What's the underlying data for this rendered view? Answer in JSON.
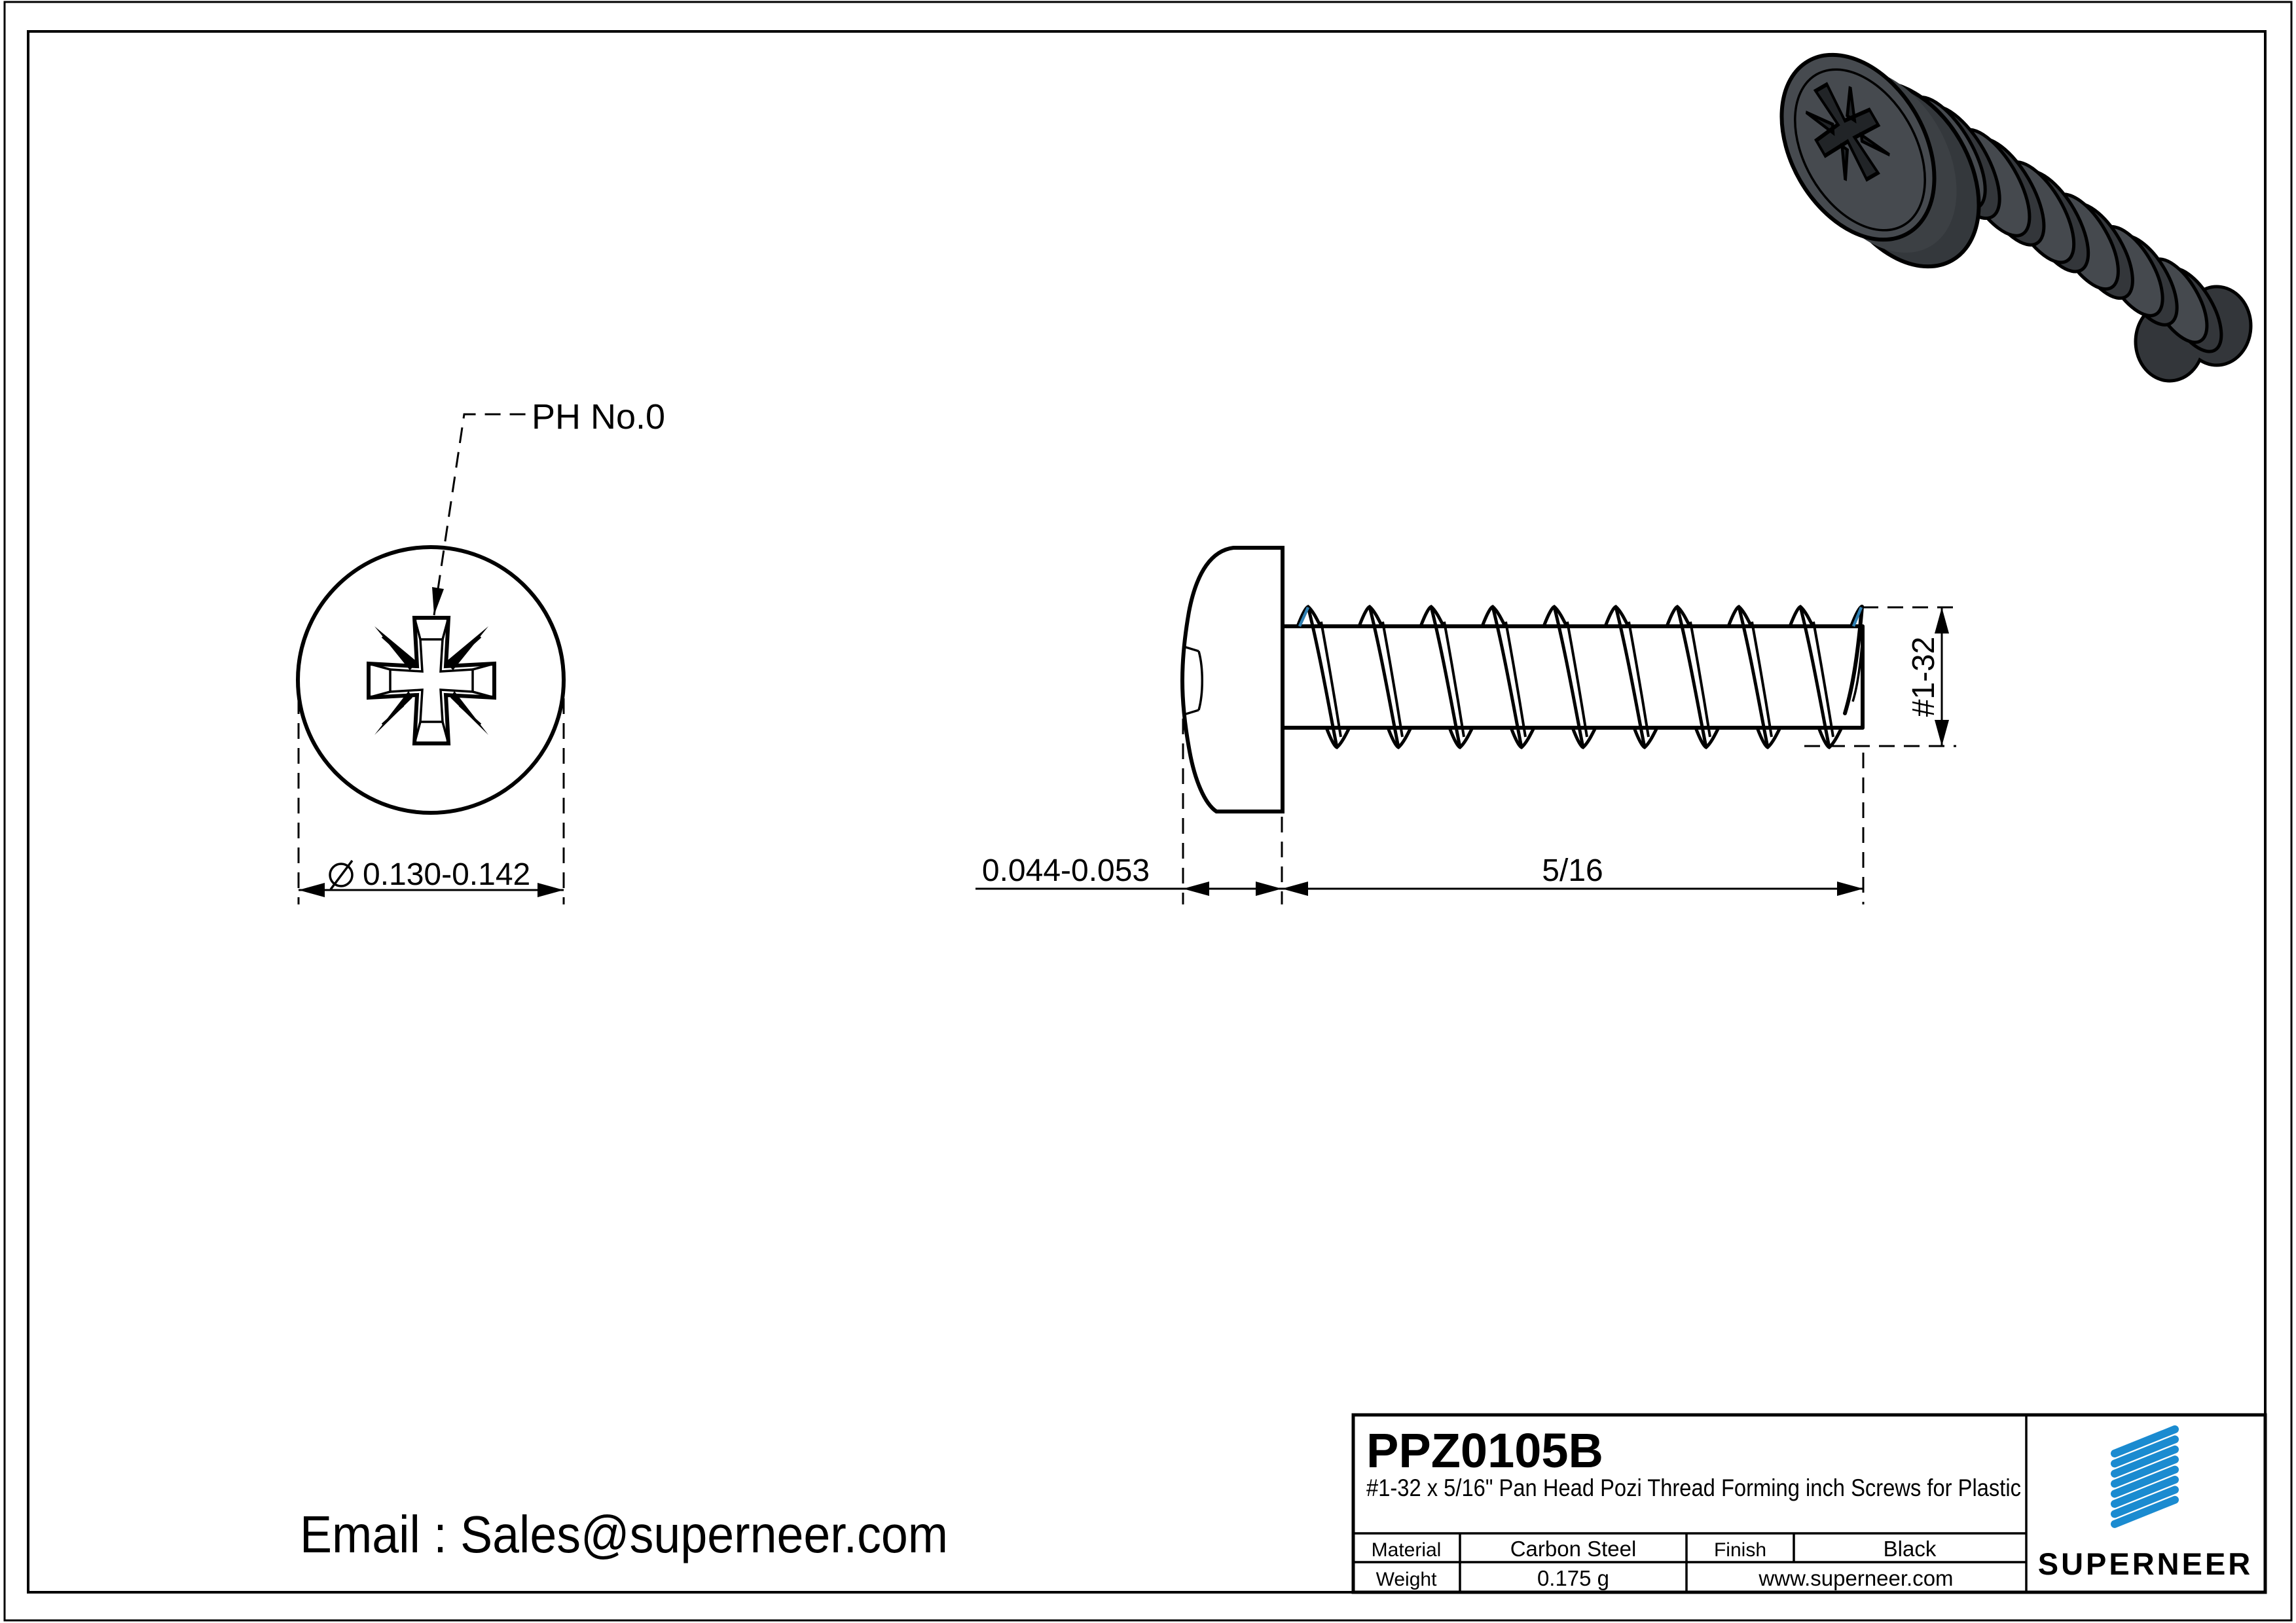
{
  "sheet": {
    "background": "#ffffff",
    "line_color": "#000000"
  },
  "views": {
    "front": {
      "drive_label": "PH No.0",
      "diameter_dim": "0.130-0.142",
      "diameter_symbol": "⌀"
    },
    "side": {
      "head_height_dim": "0.044-0.053",
      "length_dim": "5/16",
      "thread_dim": "#1-32",
      "accent_color": "#2e7fb2"
    }
  },
  "render_3d": {
    "finish_color_body": "#45494e",
    "finish_color_shadow": "#33363a",
    "finish_color_recess": "#212427"
  },
  "footer": {
    "email": "Email : Sales@superneer.com"
  },
  "title_block": {
    "part_number": "PPZ0105B",
    "description": "#1-32 x 5/16\" Pan Head Pozi Thread Forming inch Screws for Plastic",
    "material_label": "Material",
    "material_value": "Carbon Steel",
    "finish_label": "Finish",
    "finish_value": "Black",
    "weight_label": "Weight",
    "weight_value": "0.175 g",
    "website": "www.superneer.com",
    "brand": "SUPERNEER",
    "brand_color": "#1b8bd0",
    "link_color": "#2170cf"
  }
}
